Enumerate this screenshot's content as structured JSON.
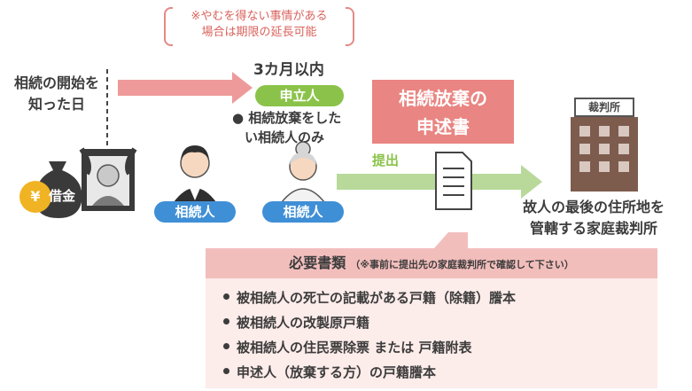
{
  "note": {
    "line1": "※やむを得ない事情がある",
    "line2": "場合は期限の延長可能"
  },
  "period": "3カ月以内",
  "start": {
    "line1": "相続の開始を",
    "line2": "知った日"
  },
  "applicant": {
    "label": "申立人",
    "note_line1": "● 相続放棄をした",
    "note_line2": "い相続人のみ"
  },
  "document": {
    "line1": "相続放棄の",
    "line2": "申述書"
  },
  "submit_label": "提出",
  "debt_label": "借金",
  "yen_symbol": "¥",
  "heirs": [
    "相続人",
    "相続人"
  ],
  "court": {
    "sign": "裁判所",
    "desc_line1": "故人の最後の住所地を",
    "desc_line2": "管轄する家庭裁判所"
  },
  "required_docs": {
    "title": "必要書類",
    "subtitle": "（※事前に提出先の家庭裁判所で確認して下さい）",
    "items": [
      "被相続人の死亡の記載がある戸籍（除籍）謄本",
      "被相続人の改製原戸籍",
      "被相続人の住民票除票 または 戸籍附表",
      "申述人（放棄する方）の戸籍謄本"
    ]
  },
  "colors": {
    "pink_arrow": "#ee9a9a",
    "green": "#8bc34a",
    "blue": "#3f8fd6",
    "doc_box": "#e98582",
    "panel": "#fcecea",
    "panel_head": "#f2bebc",
    "building": "#7d5c4e",
    "gold": "#f0b323"
  }
}
